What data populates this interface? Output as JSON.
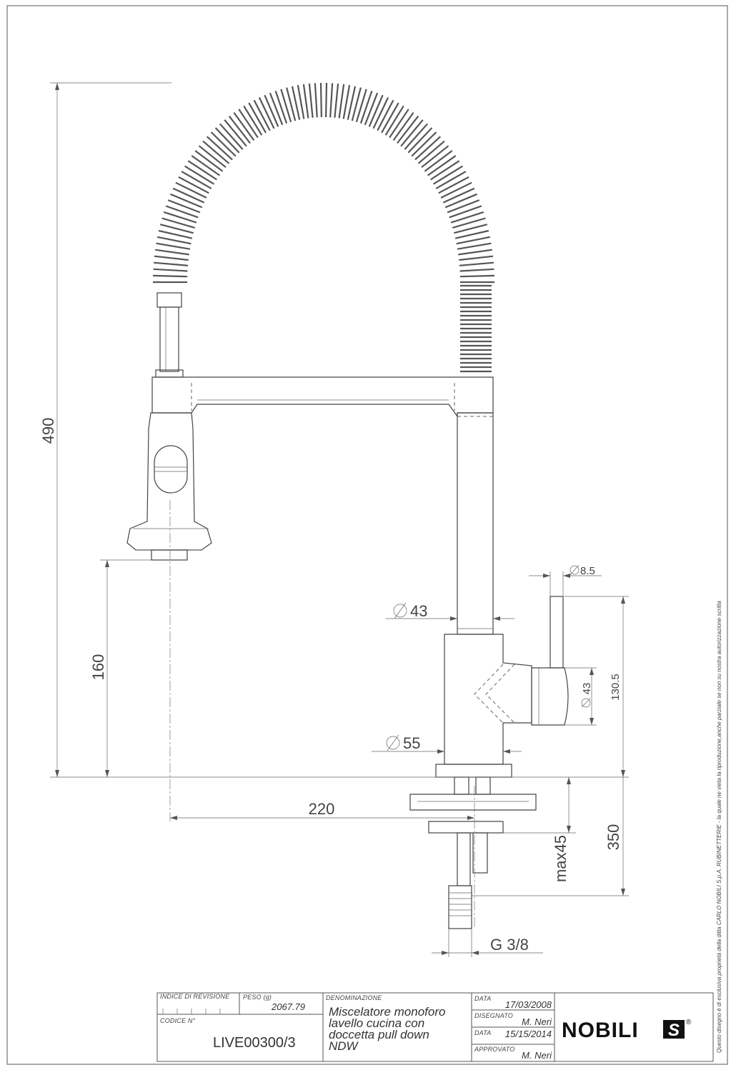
{
  "dimensions": {
    "total_height": "490",
    "spray_height": "160",
    "reach": "220",
    "spout_diameter": "43",
    "lever_diameter": "8.5",
    "body_diameter": "55",
    "handle_diameter": "43",
    "handle_height": "130.5",
    "max_deck": "max45",
    "tail_length": "350",
    "connection": "G 3/8"
  },
  "title_block": {
    "revision_label": "INDICE DI REVISIONE",
    "weight_label": "PESO (g)",
    "weight_value": "2067.79",
    "code_label": "CODICE N°",
    "code_value": "LIVE00300/3",
    "name_label": "DENOMINAZIONE",
    "name_lines": [
      "Miscelatore monoforo",
      "lavello cucina con",
      "doccetta pull down",
      "NDW"
    ],
    "date_label": "DATA",
    "date_value": "17/03/2008",
    "drawn_label": "DISEGNATO",
    "drawn_value": "M. Neri",
    "date2_label": "DATA",
    "date2_value": "15/15/2014",
    "approved_label": "APPROVATO",
    "approved_value": "M. Neri"
  },
  "logo": {
    "text": "NOBILI",
    "mark": "S",
    "registered": "®"
  },
  "side_note": "Questo disegno è di esclusiva proprietà della ditta CARLO NOBILI S.p.A. RUBINETTERIE - la quale ne vieta la riproduzione,anche parziale se non su nostra autorizzazione scritta"
}
